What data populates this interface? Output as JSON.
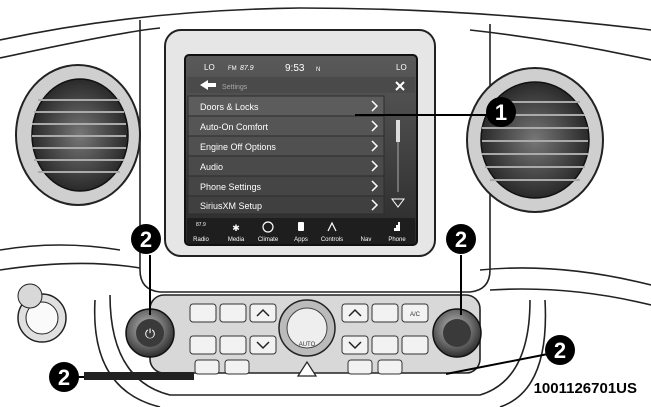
{
  "status_bar": {
    "left_temp": "LO",
    "radio_band": "FM",
    "radio_freq": "87.9",
    "clock": "9:53",
    "clock_suffix": "N",
    "right_temp": "LO"
  },
  "header": {
    "back_icon": "back-arrow-icon",
    "title": "Settings",
    "close_icon": "close-icon"
  },
  "menu": {
    "items": [
      {
        "label": "Doors & Locks"
      },
      {
        "label": "Auto-On Comfort"
      },
      {
        "label": "Engine Off Options"
      },
      {
        "label": "Audio"
      },
      {
        "label": "Phone Settings"
      },
      {
        "label": "SiriusXM Setup"
      }
    ]
  },
  "bottom_bar": {
    "radio_freq": "87.9",
    "items": [
      {
        "label": "Radio",
        "icon": "radio-icon"
      },
      {
        "label": "Media",
        "icon": "bluetooth-icon"
      },
      {
        "label": "Climate",
        "icon": "climate-icon"
      },
      {
        "label": "Apps",
        "icon": "apps-icon"
      },
      {
        "label": "Controls",
        "icon": "controls-icon"
      },
      {
        "label": "Nav",
        "icon": "nav-icon"
      },
      {
        "label": "Phone",
        "icon": "phone-icon"
      }
    ]
  },
  "climate_panel": {
    "ac_label": "A/C",
    "auto_label": "AUTO",
    "left_knob": "power-knob",
    "right_knob": "temperature-knob"
  },
  "callouts": {
    "one": "1",
    "two": "2"
  },
  "figure_code": "1001126701US"
}
